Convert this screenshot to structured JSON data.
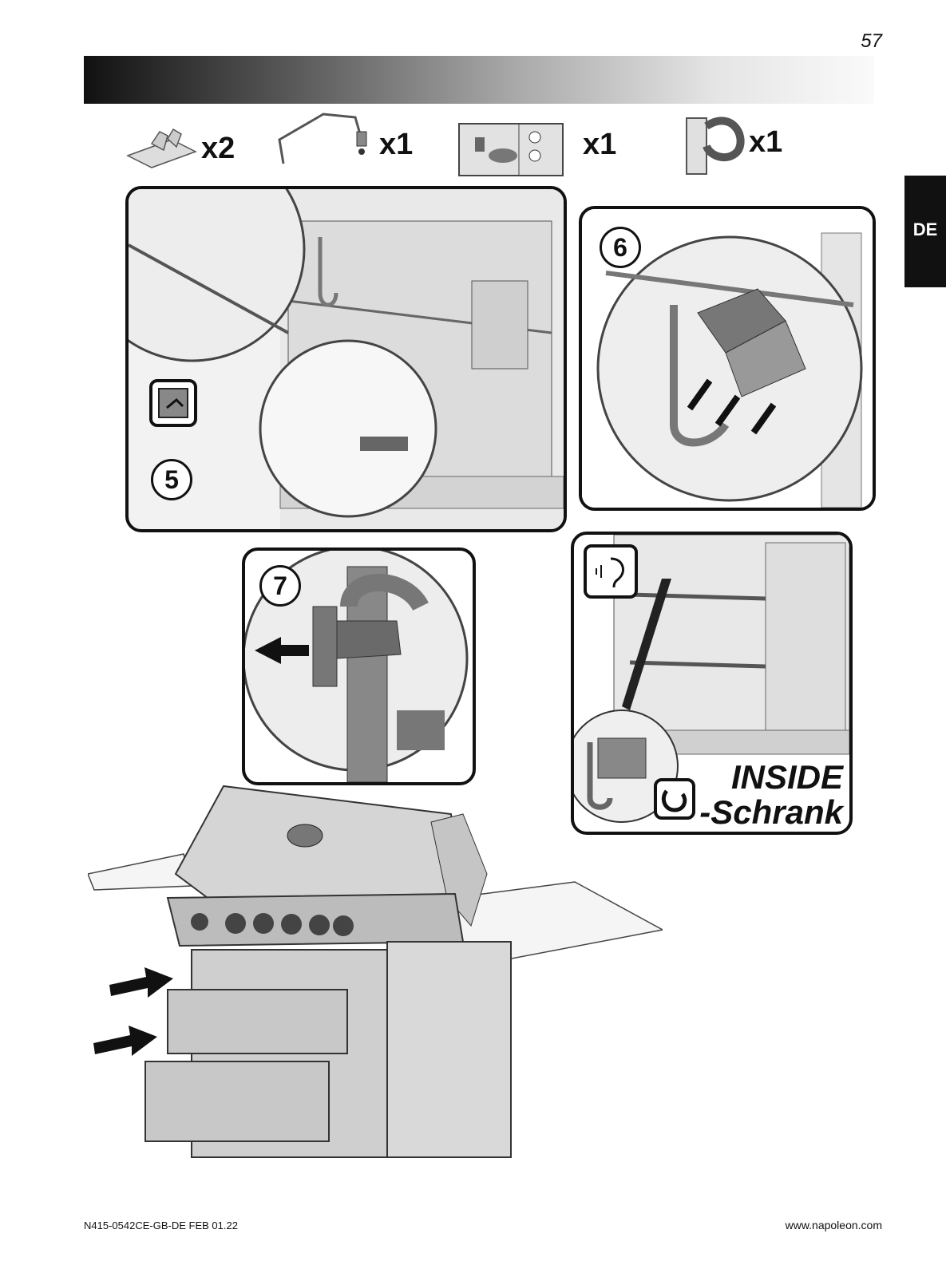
{
  "page": {
    "number": "57",
    "language_tab": "DE"
  },
  "parts": [
    {
      "icon": "clip-icon",
      "quantity": "x2"
    },
    {
      "icon": "igniter-wire-icon",
      "quantity": "x1"
    },
    {
      "icon": "control-box-icon",
      "quantity": "x1"
    },
    {
      "icon": "hose-clip-icon",
      "quantity": "x1"
    }
  ],
  "steps": [
    {
      "number": "5"
    },
    {
      "number": "6"
    },
    {
      "number": "7"
    }
  ],
  "inside_panel": {
    "label_line1": "INSIDE",
    "label_line2": "-Schrank"
  },
  "footer": {
    "doc_code": "N415-0542CE-GB-DE  FEB 01.22",
    "website": "www.napoleon.com"
  }
}
